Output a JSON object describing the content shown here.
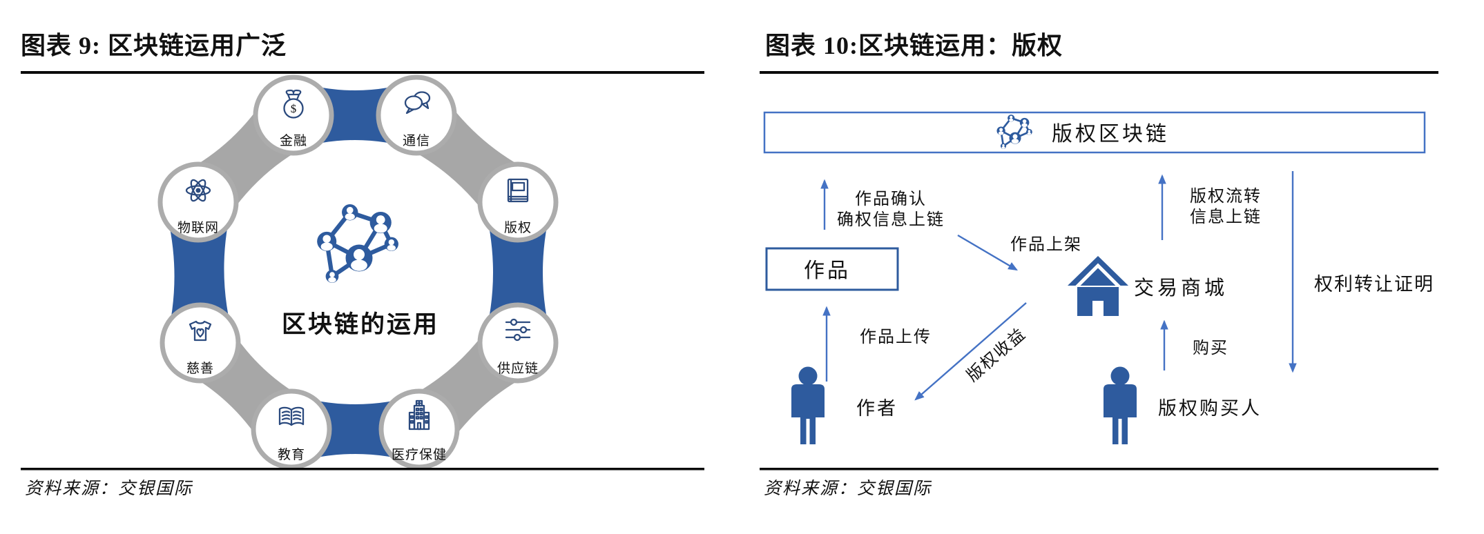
{
  "panels": {
    "left": {
      "title": "图表 9: 区块链运用广泛",
      "source": "资料来源：交银国际",
      "center_label": "区块链的运用",
      "nodes": [
        {
          "label": "金融",
          "icon": "money-bag-icon"
        },
        {
          "label": "通信",
          "icon": "chat-bubbles-icon"
        },
        {
          "label": "版权",
          "icon": "book-icon"
        },
        {
          "label": "供应链",
          "icon": "sliders-icon"
        },
        {
          "label": "医疗保健",
          "icon": "hospital-icon"
        },
        {
          "label": "教育",
          "icon": "open-book-icon"
        },
        {
          "label": "慈善",
          "icon": "tshirt-heart-icon"
        },
        {
          "label": "物联网",
          "icon": "atom-icon"
        }
      ],
      "colors": {
        "link_blue": "#2E5B9E",
        "link_gray": "#A7A7A7",
        "ring_gray": "#ACACAC",
        "icon_navy": "#2B4A7E"
      }
    },
    "right": {
      "title": "图表 10:区块链运用：版权",
      "source": "资料来源：交银国际",
      "chain_box_label": "版权区块链",
      "work_box_label": "作品",
      "mall_label": "交易商城",
      "author_label": "作者",
      "buyer_label": "版权购买人",
      "arrows": {
        "confirm_line1": "作品确认",
        "confirm_line2": "确权信息上链",
        "list_work": "作品上架",
        "transfer_line1": "版权流转",
        "transfer_line2": "信息上链",
        "proof": "权利转让证明",
        "upload": "作品上传",
        "income": "版权收益",
        "buy": "购买"
      },
      "colors": {
        "arrow_blue": "#4472C4",
        "solid_navy": "#2E5B9E"
      }
    }
  }
}
